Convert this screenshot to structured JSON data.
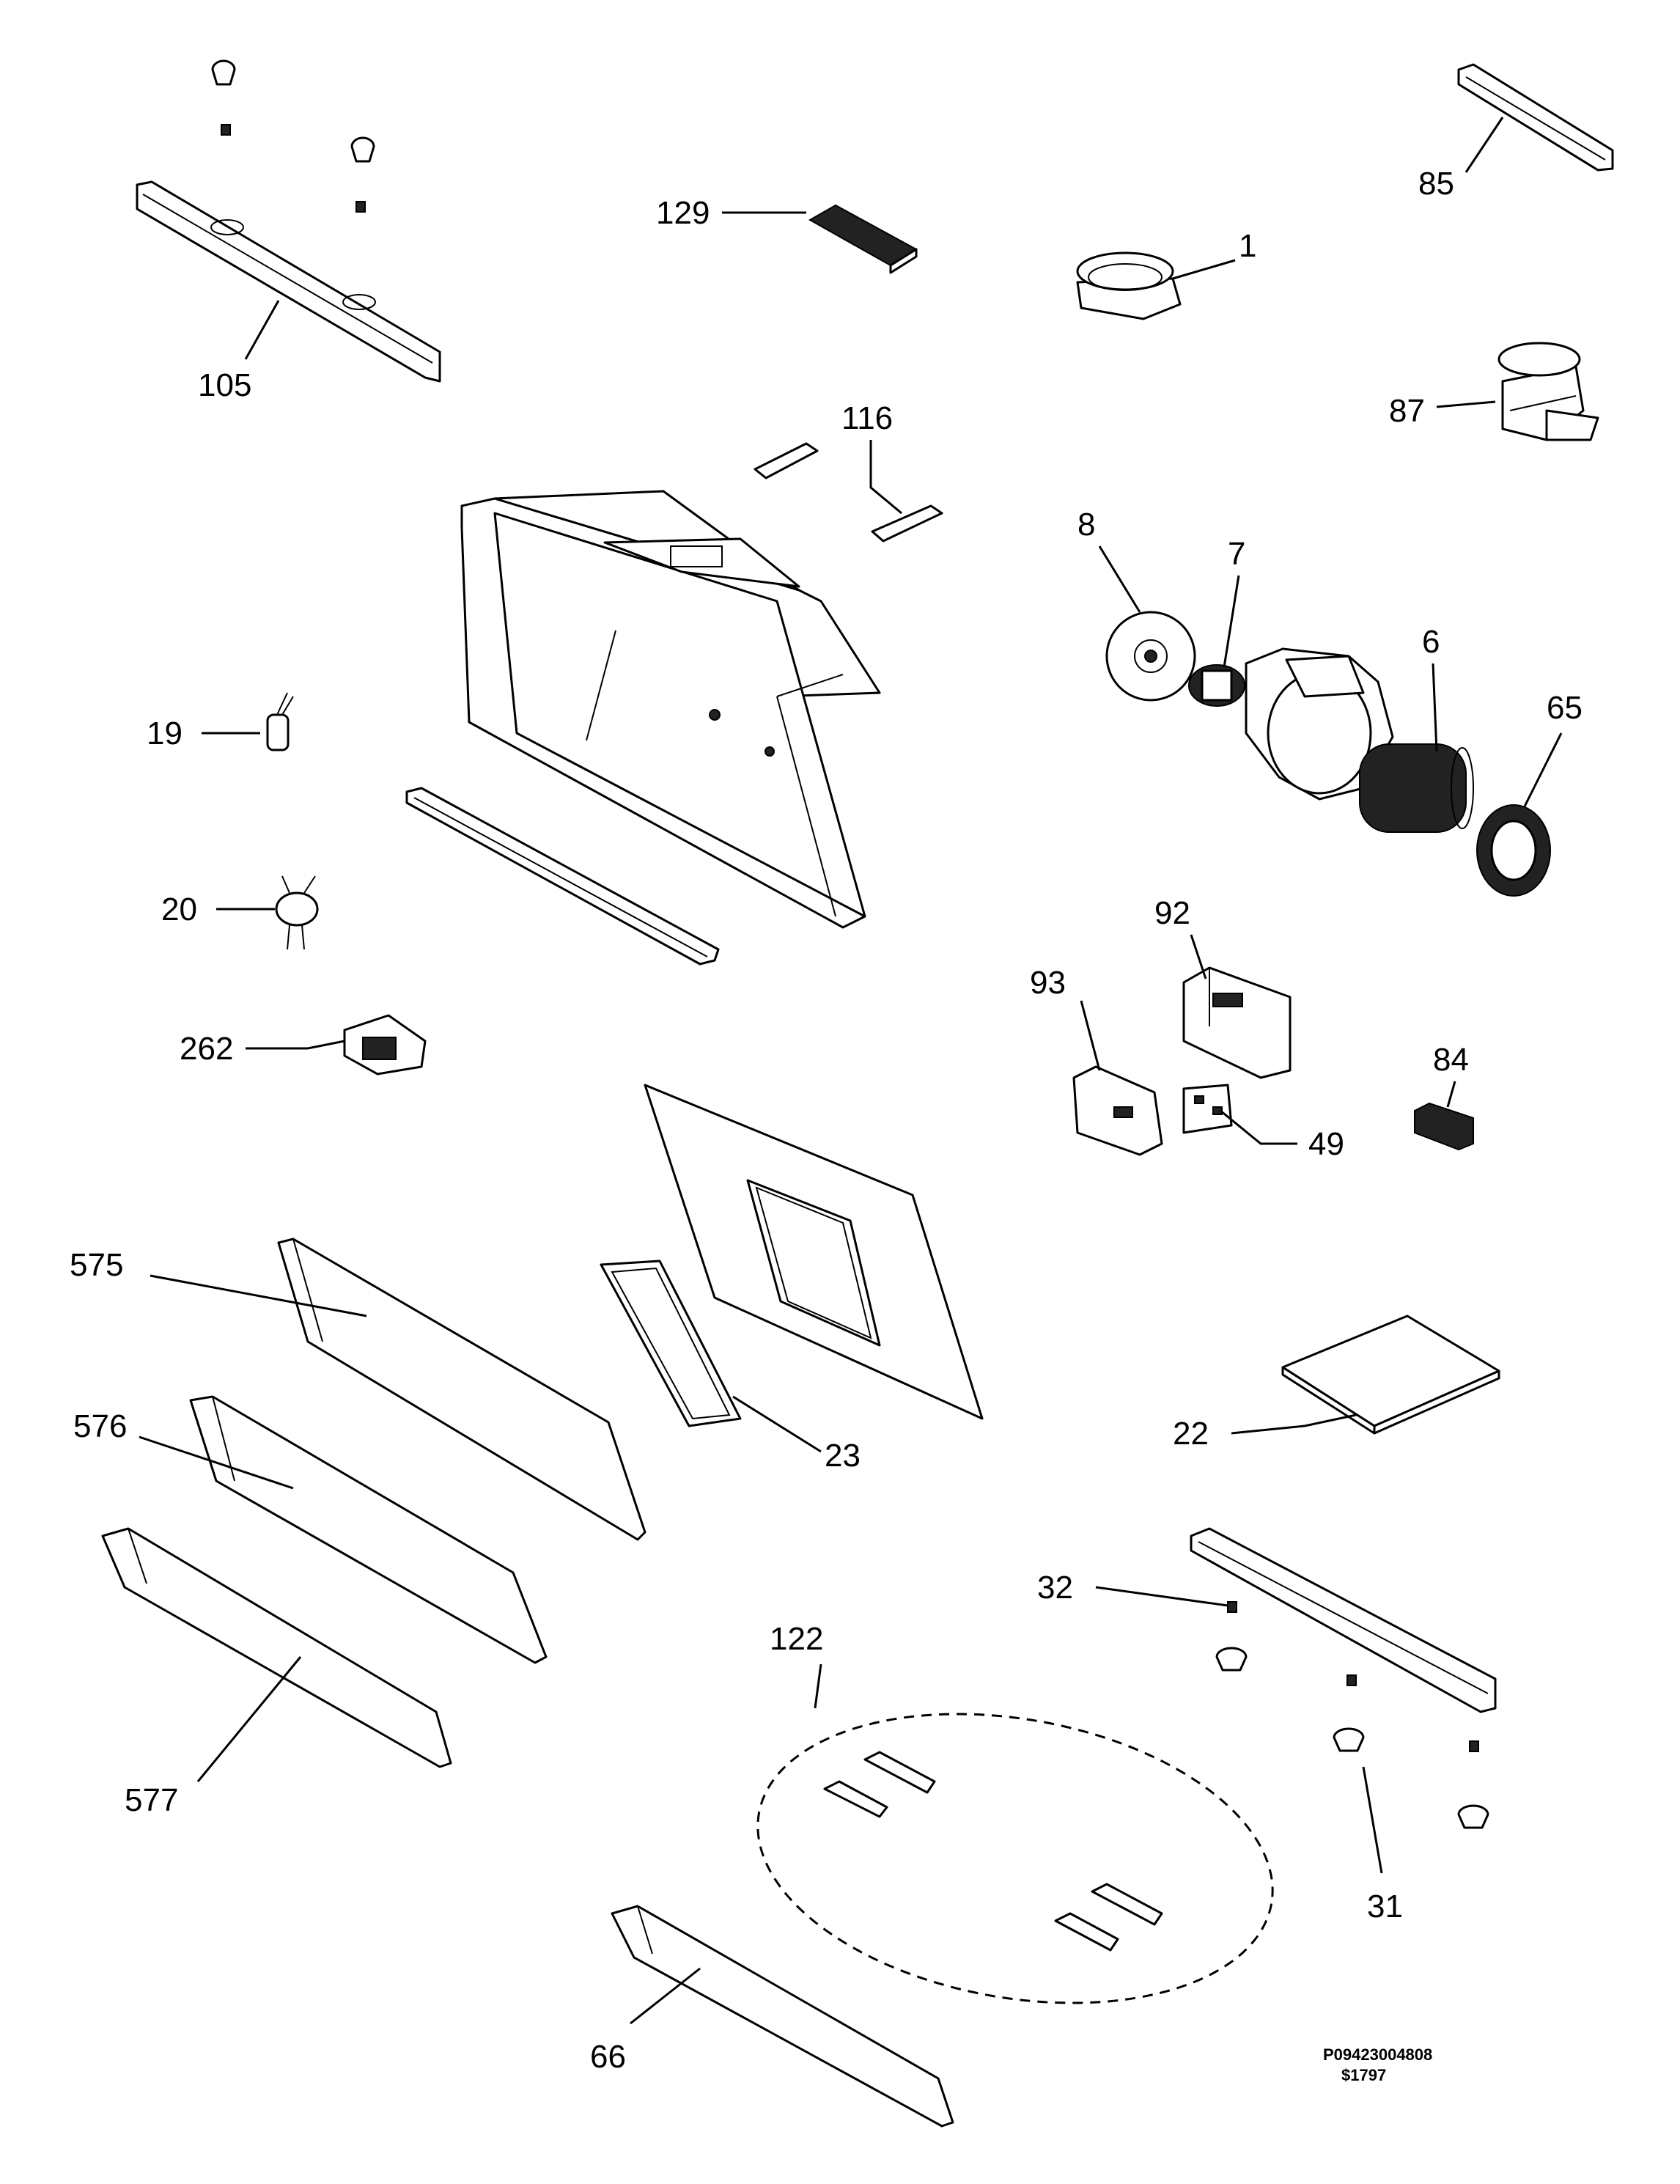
{
  "diagram": {
    "labels": [
      {
        "id": "l1",
        "text": "1"
      },
      {
        "id": "l6",
        "text": "6"
      },
      {
        "id": "l7",
        "text": "7"
      },
      {
        "id": "l8",
        "text": "8"
      },
      {
        "id": "l19",
        "text": "19"
      },
      {
        "id": "l20",
        "text": "20"
      },
      {
        "id": "l22",
        "text": "22"
      },
      {
        "id": "l23",
        "text": "23"
      },
      {
        "id": "l31",
        "text": "31"
      },
      {
        "id": "l32",
        "text": "32"
      },
      {
        "id": "l49",
        "text": "49"
      },
      {
        "id": "l65",
        "text": "65"
      },
      {
        "id": "l66",
        "text": "66"
      },
      {
        "id": "l84",
        "text": "84"
      },
      {
        "id": "l85",
        "text": "85"
      },
      {
        "id": "l87",
        "text": "87"
      },
      {
        "id": "l92",
        "text": "92"
      },
      {
        "id": "l93",
        "text": "93"
      },
      {
        "id": "l105",
        "text": "105"
      },
      {
        "id": "l116",
        "text": "116"
      },
      {
        "id": "l122",
        "text": "122"
      },
      {
        "id": "l129",
        "text": "129"
      },
      {
        "id": "l262",
        "text": "262"
      },
      {
        "id": "l575",
        "text": "575"
      },
      {
        "id": "l576",
        "text": "576"
      },
      {
        "id": "l577",
        "text": "577"
      }
    ],
    "document_code": "P09423004808",
    "revision_code": "$1797"
  }
}
